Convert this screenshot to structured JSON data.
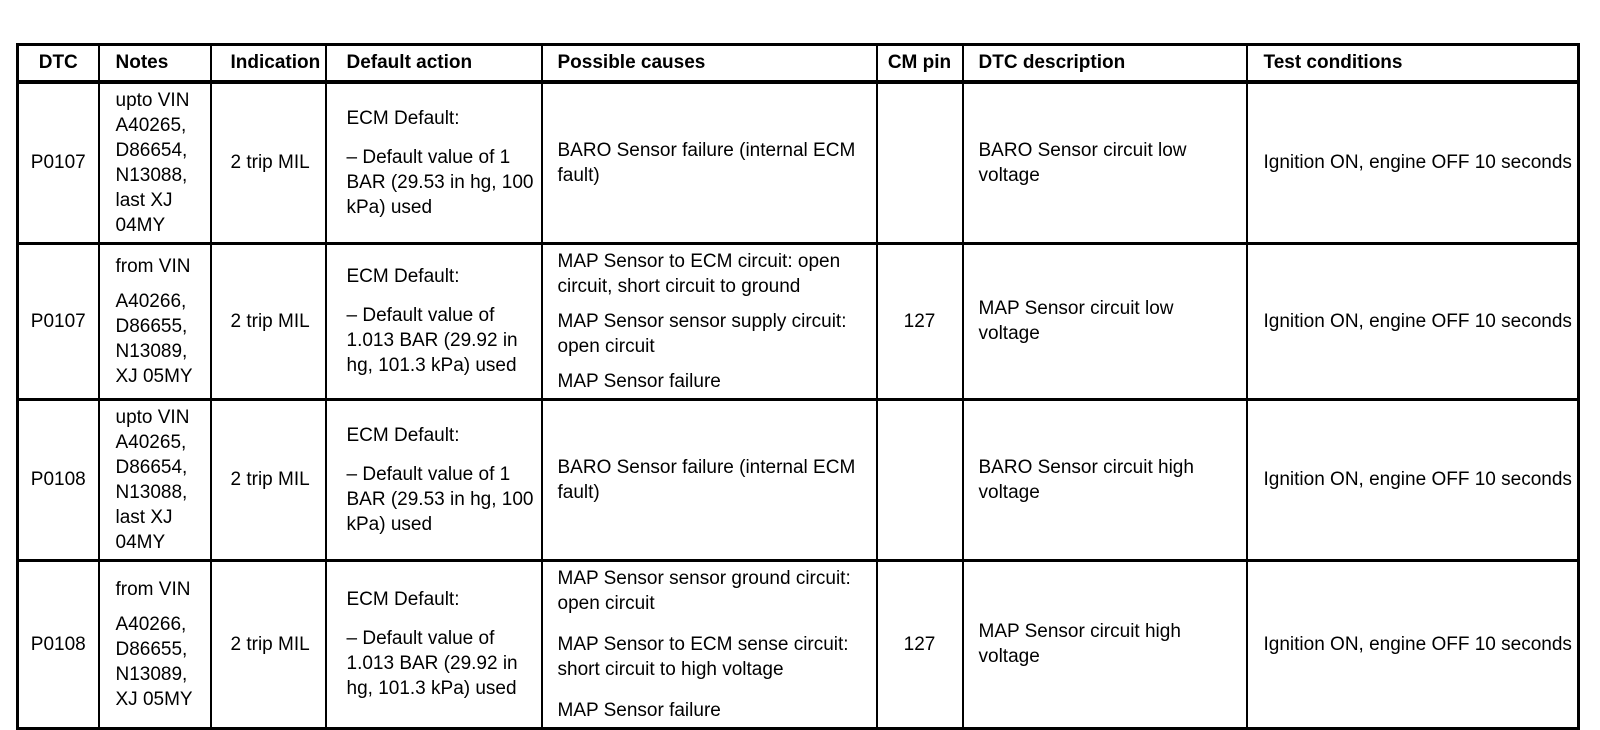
{
  "table": {
    "headers": {
      "dtc": "DTC",
      "notes": "Notes",
      "indication": "Indication",
      "default_action": "Default action",
      "possible_causes": "Possible causes",
      "cm_pin": "CM pin",
      "dtc_description": "DTC description",
      "test_conditions": "Test conditions"
    },
    "rows": [
      {
        "dtc": "P0107",
        "notes": [
          "upto VIN A40265, D86654, N13088, last XJ 04MY"
        ],
        "indication": "2 trip MIL",
        "default_action": [
          "ECM Default:",
          "– Default value of 1 BAR (29.53 in hg, 100 kPa) used"
        ],
        "possible_causes": [
          "BARO Sensor failure (internal ECM fault)"
        ],
        "cm_pin": "",
        "dtc_description": "BARO Sensor circuit low voltage",
        "test_conditions": "Ignition ON, engine OFF 10 seconds"
      },
      {
        "dtc": "P0107",
        "notes": [
          "from VIN",
          "A40266, D86655, N13089, XJ 05MY"
        ],
        "indication": "2 trip MIL",
        "default_action": [
          "ECM Default:",
          "– Default value of 1.013 BAR (29.92 in hg, 101.3 kPa) used"
        ],
        "possible_causes": [
          "MAP Sensor to ECM circuit: open circuit, short circuit to ground",
          "MAP Sensor sensor supply circuit: open circuit",
          "MAP Sensor failure"
        ],
        "cm_pin": "127",
        "dtc_description": "MAP Sensor circuit low voltage",
        "test_conditions": "Ignition ON, engine OFF 10 seconds"
      },
      {
        "dtc": "P0108",
        "notes": [
          "upto VIN A40265, D86654, N13088, last XJ 04MY"
        ],
        "indication": "2 trip MIL",
        "default_action": [
          "ECM Default:",
          "– Default value of 1 BAR (29.53 in hg, 100 kPa) used"
        ],
        "possible_causes": [
          "BARO Sensor failure (internal ECM fault)"
        ],
        "cm_pin": "",
        "dtc_description": "BARO Sensor circuit high voltage",
        "test_conditions": "Ignition ON, engine OFF 10 seconds"
      },
      {
        "dtc": "P0108",
        "notes": [
          "from VIN",
          "A40266, D86655, N13089, XJ 05MY"
        ],
        "indication": "2 trip MIL",
        "default_action": [
          "ECM Default:",
          "– Default value of 1.013 BAR (29.92 in hg, 101.3 kPa) used"
        ],
        "possible_causes": [
          "MAP Sensor sensor ground circuit: open circuit",
          "MAP Sensor to ECM sense circuit: short circuit to high voltage",
          "MAP Sensor failure"
        ],
        "cm_pin": "127",
        "dtc_description": "MAP Sensor circuit high voltage",
        "test_conditions": "Ignition ON, engine OFF 10 seconds"
      }
    ]
  }
}
